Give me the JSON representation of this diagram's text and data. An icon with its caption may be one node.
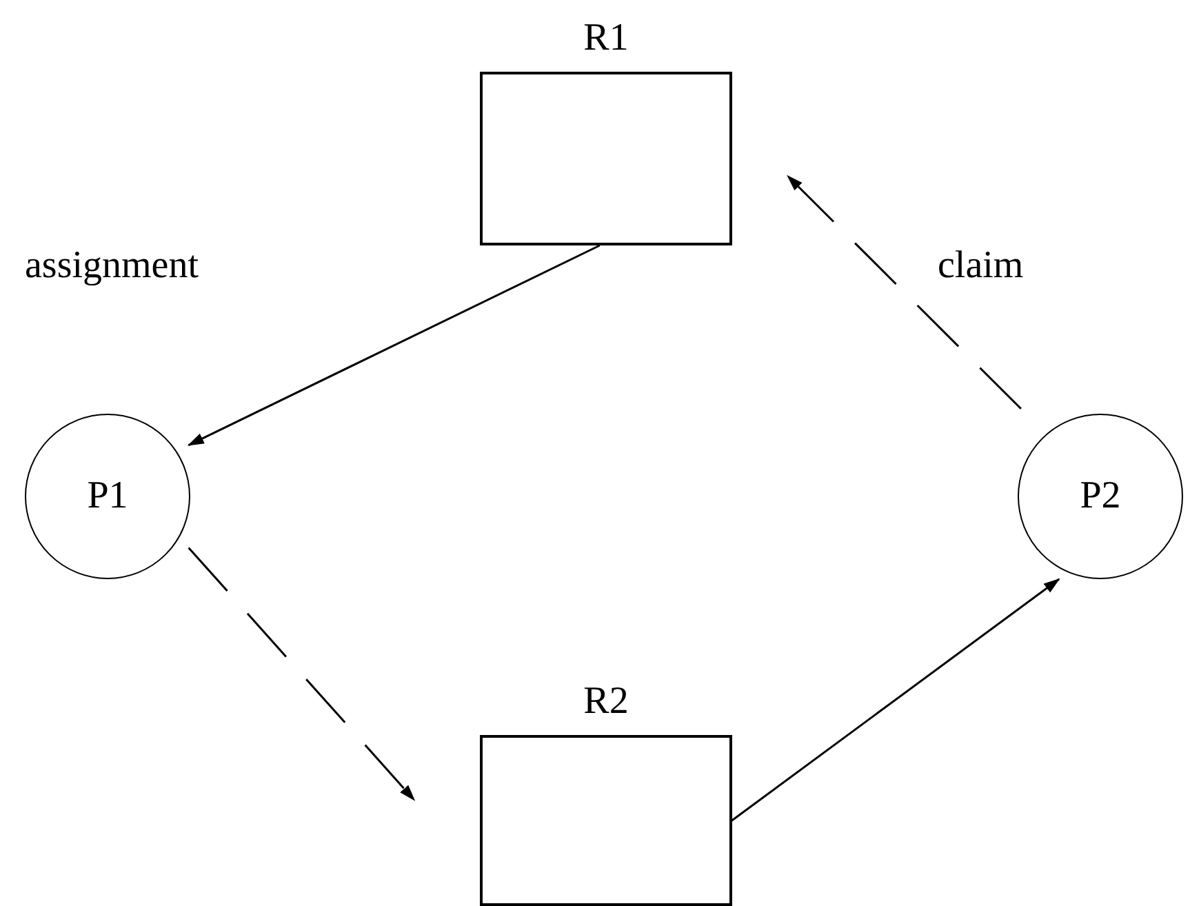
{
  "diagram": {
    "nodes": [
      {
        "text": [
          "R1"
        ]
      },
      {
        "text": [
          "P1"
        ]
      },
      {
        "text": [
          "P2"
        ]
      },
      {
        "text": [
          "R2"
        ]
      }
    ],
    "edges": [
      {
        "from": 0,
        "to": 1,
        "arrow": "to"
      },
      {
        "from": 1,
        "to": 3,
        "arrow": "to",
        "style": "dashed"
      },
      {
        "from": 2,
        "to": 0,
        "arrow": "to",
        "style": "dashed"
      },
      {
        "from": 3,
        "to": 2,
        "arrow": "to"
      }
    ],
    "labels": [
      "assignment",
      "claim"
    ]
  }
}
